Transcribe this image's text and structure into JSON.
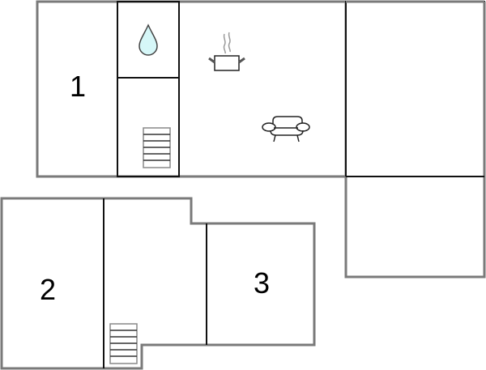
{
  "floorplan": {
    "upper_floor": {
      "rooms": [
        {
          "id": "bedroom-1",
          "label": "1"
        },
        {
          "id": "bathroom",
          "icon": "water-drop-icon"
        },
        {
          "id": "stair-upper",
          "icon": "staircase-icon"
        },
        {
          "id": "kitchen-living",
          "icons": [
            "cooking-pot-icon",
            "sofa-icon"
          ]
        },
        {
          "id": "right-room"
        },
        {
          "id": "right-annex"
        }
      ]
    },
    "lower_floor": {
      "rooms": [
        {
          "id": "bedroom-2",
          "label": "2"
        },
        {
          "id": "hallway",
          "icon": "staircase-icon"
        },
        {
          "id": "bedroom-3",
          "label": "3"
        }
      ]
    },
    "colors": {
      "outer_wall": "#7a7a7a",
      "inner_wall": "#111111",
      "water": "#d6f7f8"
    }
  }
}
